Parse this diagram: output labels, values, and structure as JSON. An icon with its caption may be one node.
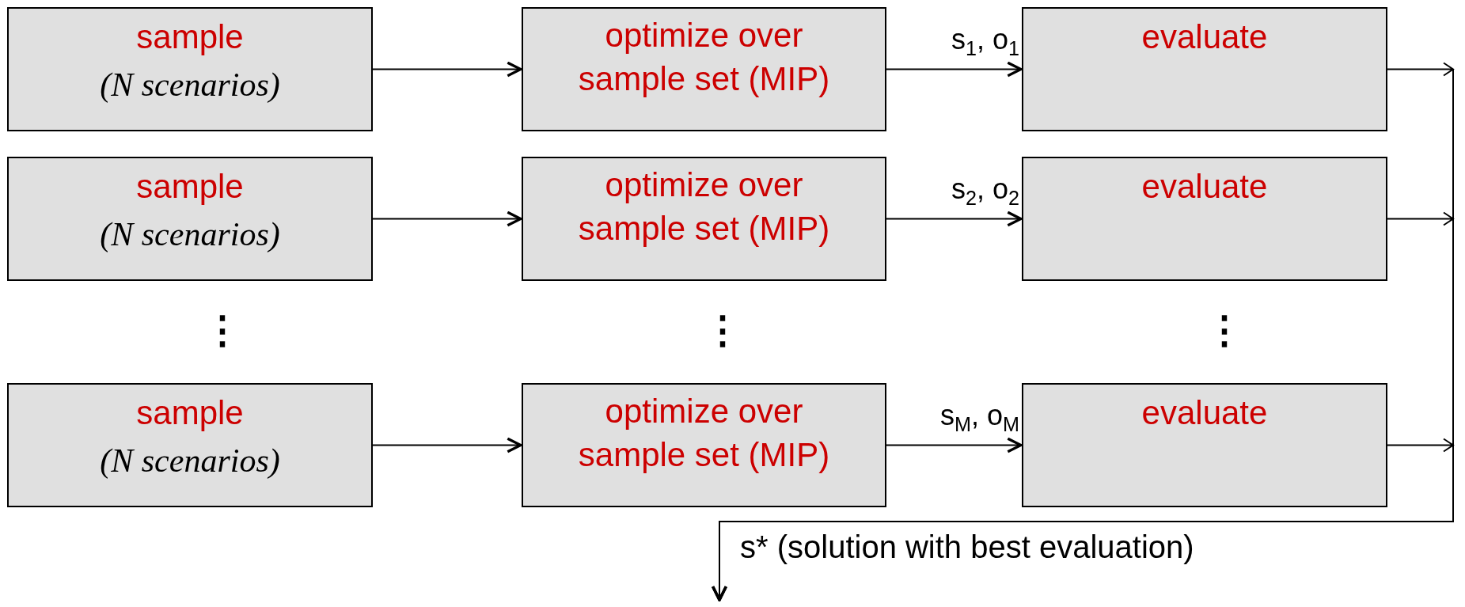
{
  "diagram": {
    "nodes": [
      {
        "text": [
          "sample",
          "(N scenarios)"
        ]
      },
      {
        "text": [
          "optimize over sample set (MIP)"
        ]
      },
      {
        "text": [
          "evaluate"
        ]
      },
      {
        "text": [
          "sample",
          "(N scenarios)"
        ]
      },
      {
        "text": [
          "optimize over sample set (MIP)"
        ]
      },
      {
        "text": [
          "evaluate"
        ]
      },
      {
        "text": [
          "sample",
          "(N scenarios)"
        ]
      },
      {
        "text": [
          "optimize over sample set (MIP)"
        ]
      },
      {
        "text": [
          "evaluate"
        ]
      }
    ],
    "edges": [
      {
        "from": 0,
        "to": 1,
        "arrow": "to"
      },
      {
        "from": 1,
        "to": 2,
        "arrow": "to",
        "label": "s$_{1}$, o$_{1}$"
      },
      {
        "from": 3,
        "to": 4,
        "arrow": "to"
      },
      {
        "from": 4,
        "to": 5,
        "arrow": "to",
        "label": "s$_{2}$, o$_{2}$"
      },
      {
        "from": 6,
        "to": 7,
        "arrow": "to"
      },
      {
        "from": 7,
        "to": 8,
        "arrow": "to",
        "label": "s$_{M}$, o$_{M}$"
      },
      {
        "from": 2,
        "to": null,
        "arrow": "to"
      },
      {
        "from": 5,
        "to": null,
        "arrow": "to"
      },
      {
        "from": 8,
        "to": null,
        "arrow": "to"
      }
    ],
    "labels": [
      "⋮",
      "⋮",
      "⋮",
      "s* (solution with best evaluation)"
    ]
  }
}
